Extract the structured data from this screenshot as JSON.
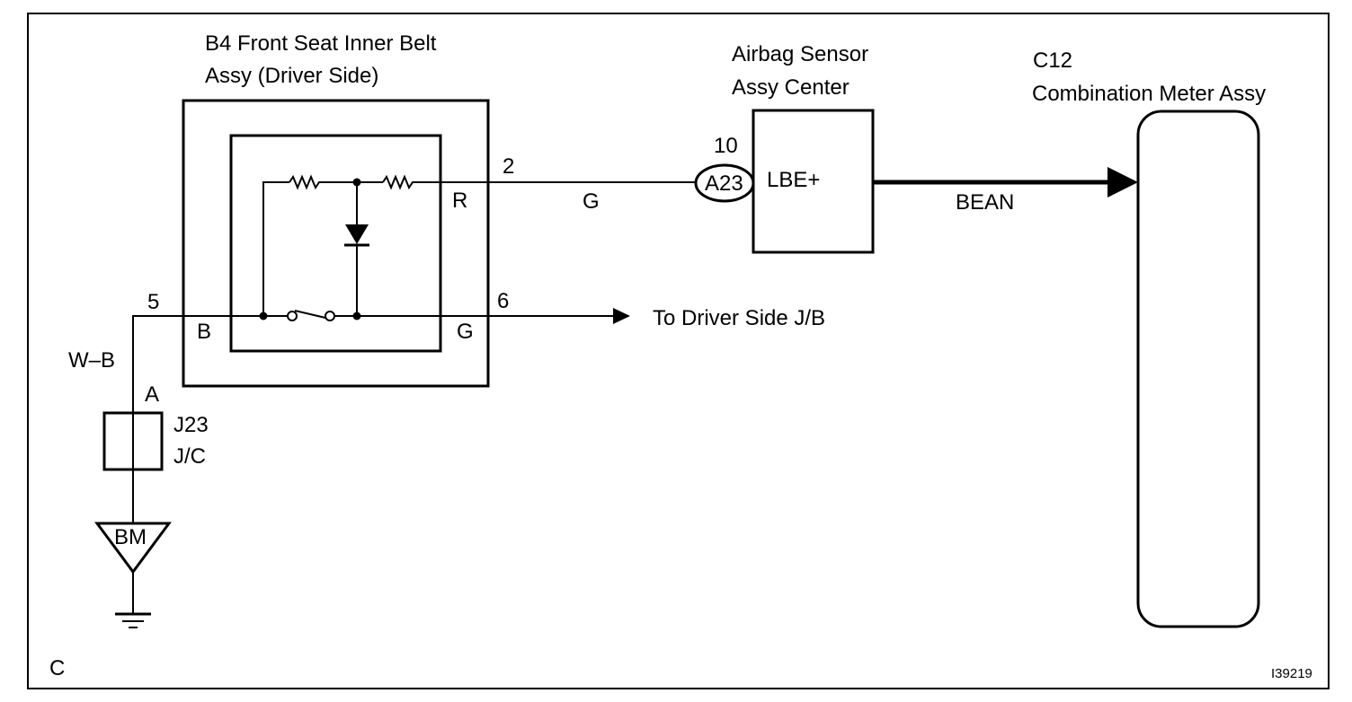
{
  "frame": {
    "corner_code": "C",
    "figure_id": "I39219"
  },
  "components": {
    "belt": {
      "code": "B4",
      "name_line1": "B4 Front Seat Inner Belt",
      "name_line2": "Assy (Driver Side)"
    },
    "airbag": {
      "name_line1": "Airbag Sensor",
      "name_line2": "Assy Center",
      "terminal": "LBE+"
    },
    "meter": {
      "code": "C12",
      "name": "Combination Meter Assy"
    },
    "jc": {
      "code": "J23",
      "type": "J/C",
      "pin": "A"
    },
    "ground": {
      "code": "BM"
    }
  },
  "pins": {
    "r": "R",
    "b": "B",
    "g": "G",
    "n2": "2",
    "n5": "5",
    "n6": "6"
  },
  "connector": {
    "label": "A23",
    "pin": "10"
  },
  "wires": {
    "g_top": "G",
    "wb": "W–B",
    "bean": "BEAN"
  },
  "destinations": {
    "jb": "To Driver Side J/B"
  }
}
